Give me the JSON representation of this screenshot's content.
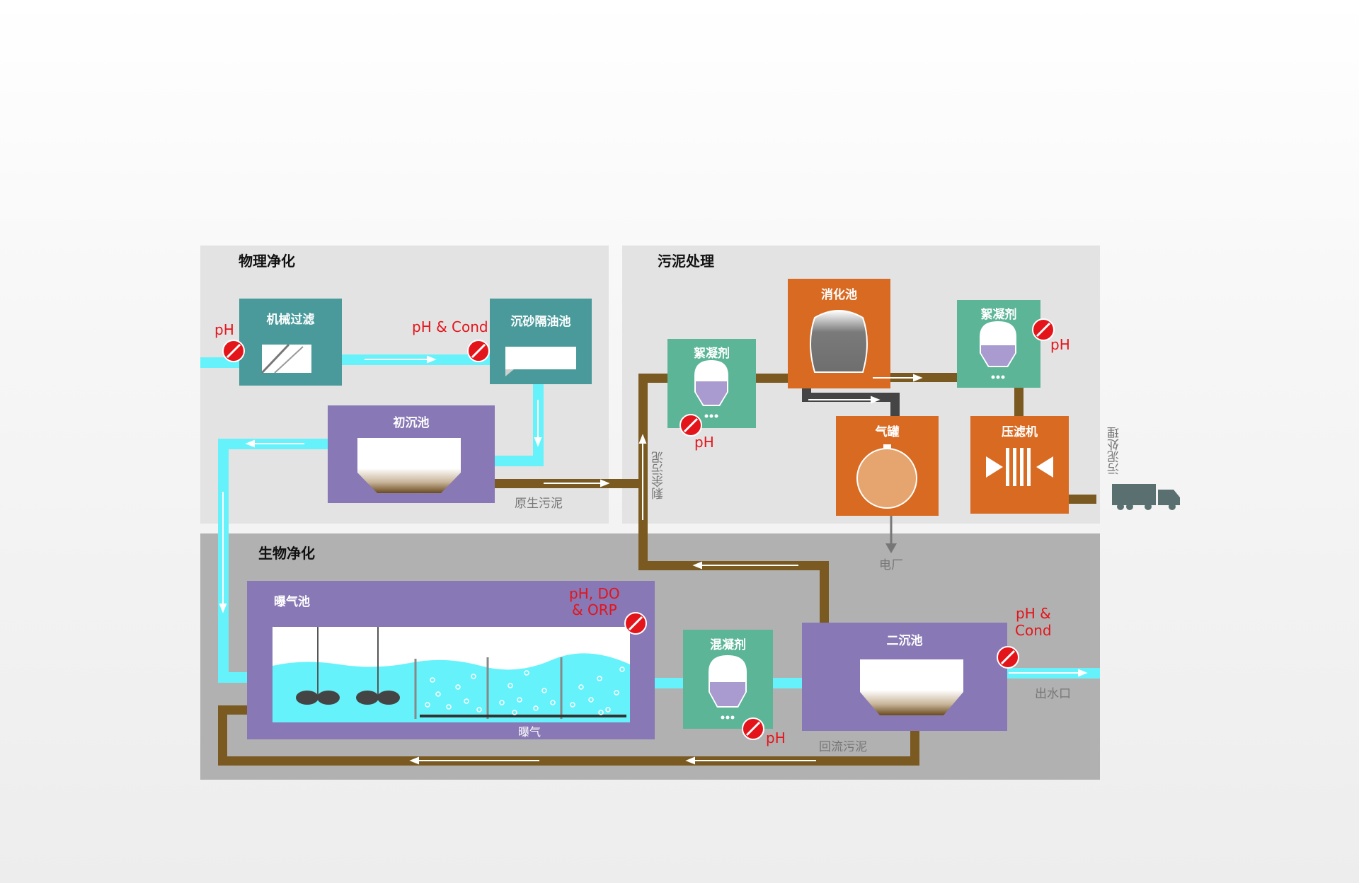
{
  "zones": {
    "physical": "物理净化",
    "sludge": "污泥处理",
    "bio": "生物净化"
  },
  "units": {
    "mech_filter": "机械过滤",
    "grit_oil": "沉砂隔油池",
    "primary_clarifier": "初沉池",
    "flocculant_1": "絮凝剂",
    "digester": "消化池",
    "flocculant_2": "絮凝剂",
    "gas_tank": "气罐",
    "filter_press": "压滤机",
    "aeration_tank": "曝气池",
    "coagulant": "混凝剂",
    "secondary_clarifier": "二沉池"
  },
  "sensors": {
    "s1": "pH",
    "s2": "pH & Cond",
    "s3": "pH",
    "s4": "pH",
    "s5_line1": "pH, DO",
    "s5_line2": "& ORP",
    "s6": "pH",
    "s7_line1": "pH &",
    "s7_line2": "Cond"
  },
  "flow_labels": {
    "raw_sludge": "原生污泥",
    "excess_sludge": "剩余污泥",
    "sludge_disposal": "污泥处理",
    "power_plant": "电厂",
    "aeration": "曝气",
    "outlet": "出水口",
    "return_sludge": "回流污泥"
  },
  "colors": {
    "teal": "#4a9a9c",
    "purple": "#8878b5",
    "green": "#5bb596",
    "orange": "#d86a22",
    "water": "#66f2fa",
    "sludge": "#7a5a20",
    "sensor_red": "#e4141b"
  }
}
